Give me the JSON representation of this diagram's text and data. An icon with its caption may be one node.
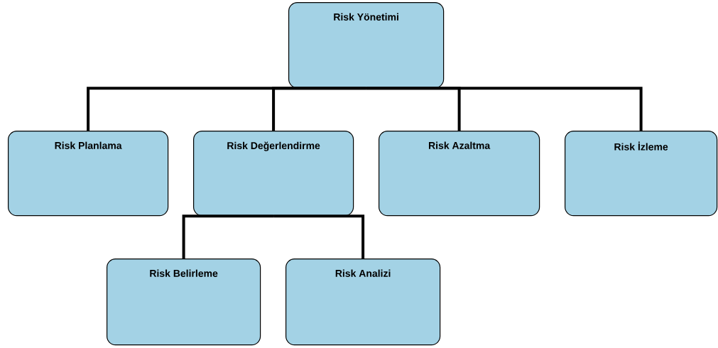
{
  "diagram": {
    "nodes": [
      {
        "text": [
          "Risk Yönetimi"
        ]
      },
      {
        "text": [
          "Risk Planlama"
        ]
      },
      {
        "text": [
          "Risk Değerlendirme"
        ]
      },
      {
        "text": [
          "Risk Azaltma"
        ]
      },
      {
        "text": [
          "Risk İzleme"
        ]
      },
      {
        "text": [
          "Risk Belirleme"
        ]
      },
      {
        "text": [
          "Risk Analizi"
        ]
      }
    ],
    "edges": [
      {
        "from": 0,
        "to": 1,
        "arrow": "none"
      },
      {
        "from": 0,
        "to": 2,
        "arrow": "none"
      },
      {
        "from": 0,
        "to": 3,
        "arrow": "none"
      },
      {
        "from": 0,
        "to": 4,
        "arrow": "none"
      },
      {
        "from": 2,
        "to": 5,
        "arrow": "none"
      },
      {
        "from": 2,
        "to": 6,
        "arrow": "none"
      }
    ]
  }
}
